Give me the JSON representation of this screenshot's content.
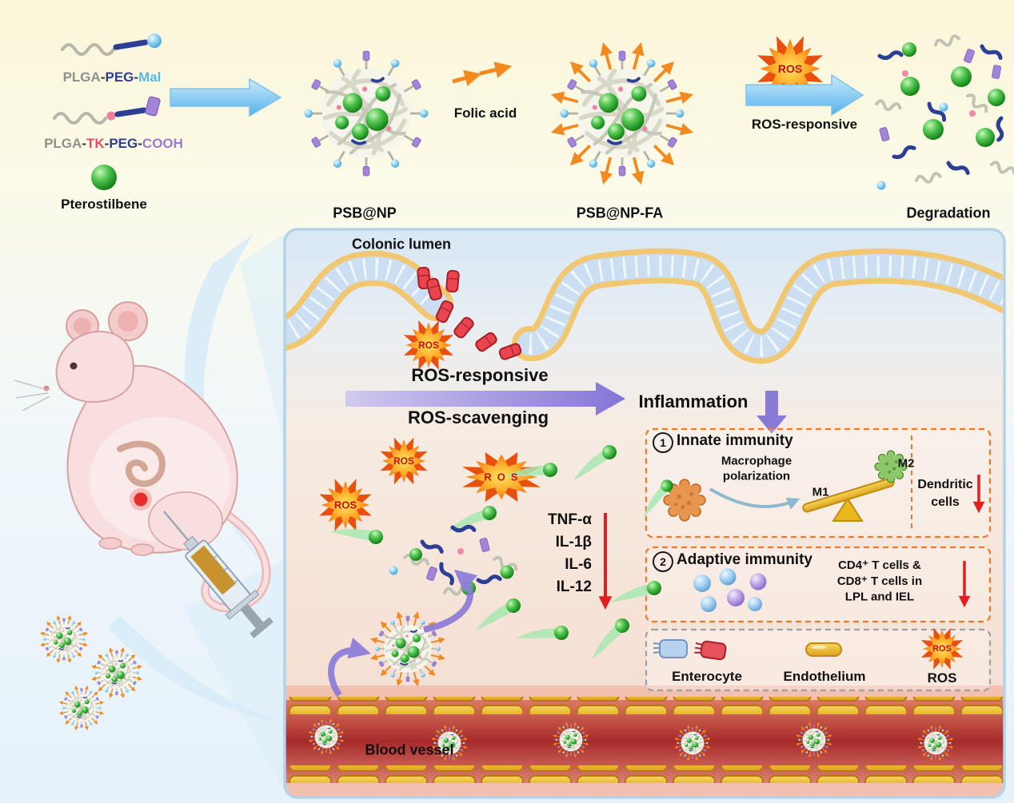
{
  "colors": {
    "ros_orange": "#f25c0e",
    "drug_green": "#2eb82e",
    "purple_arrow": "#8a7ad8",
    "red_arrow": "#e02020",
    "peg_navy": "#2c3f94",
    "mal_blue": "#56b8e8",
    "tk_red": "#e84a6a",
    "cooh_purple": "#9a7ad0",
    "endothelium_gold": "#e8b81e"
  },
  "top": {
    "polymer1": {
      "p1": "PLGA",
      "d1": "-",
      "p2": "PEG",
      "d2": "-",
      "p3": "Mal"
    },
    "polymer2": {
      "p1": "PLGA",
      "d1": "-",
      "p2": "TK",
      "d2": "-",
      "p3": "PEG",
      "d3": "-",
      "p4": "COOH"
    },
    "pterostilbene": "Pterostilbene",
    "psb_np": "PSB@NP",
    "folic_acid": "Folic acid",
    "psb_np_fa": "PSB@NP-FA",
    "ros": "ROS",
    "ros_responsive": "ROS-responsive",
    "degradation": "Degradation"
  },
  "panel": {
    "colonic_lumen": "Colonic lumen",
    "ros": "ROS",
    "ros_responsive": "ROS-responsive",
    "ros_scavenging": "ROS-scavenging",
    "inflammation": "Inflammation",
    "innate": {
      "num": "1",
      "title": "Innate immunity",
      "macrophage_line1": "Macrophage",
      "macrophage_line2": "polarization",
      "m1": "M1",
      "m2": "M2",
      "dendritic_line1": "Dendritic",
      "dendritic_line2": "cells"
    },
    "adaptive": {
      "num": "2",
      "title": "Adaptive immunity",
      "tcells_line1": "CD4⁺ T cells &",
      "tcells_line2": "CD8⁺ T cells in",
      "tcells_line3": "LPL and IEL"
    },
    "cytokines": [
      "TNF-α",
      "IL-1β",
      "IL-6",
      "IL-12"
    ],
    "legend": {
      "enterocyte": "Enterocyte",
      "endothelium": "Endothelium",
      "ros": "ROS"
    },
    "blood_vessel": "Blood vessel"
  }
}
